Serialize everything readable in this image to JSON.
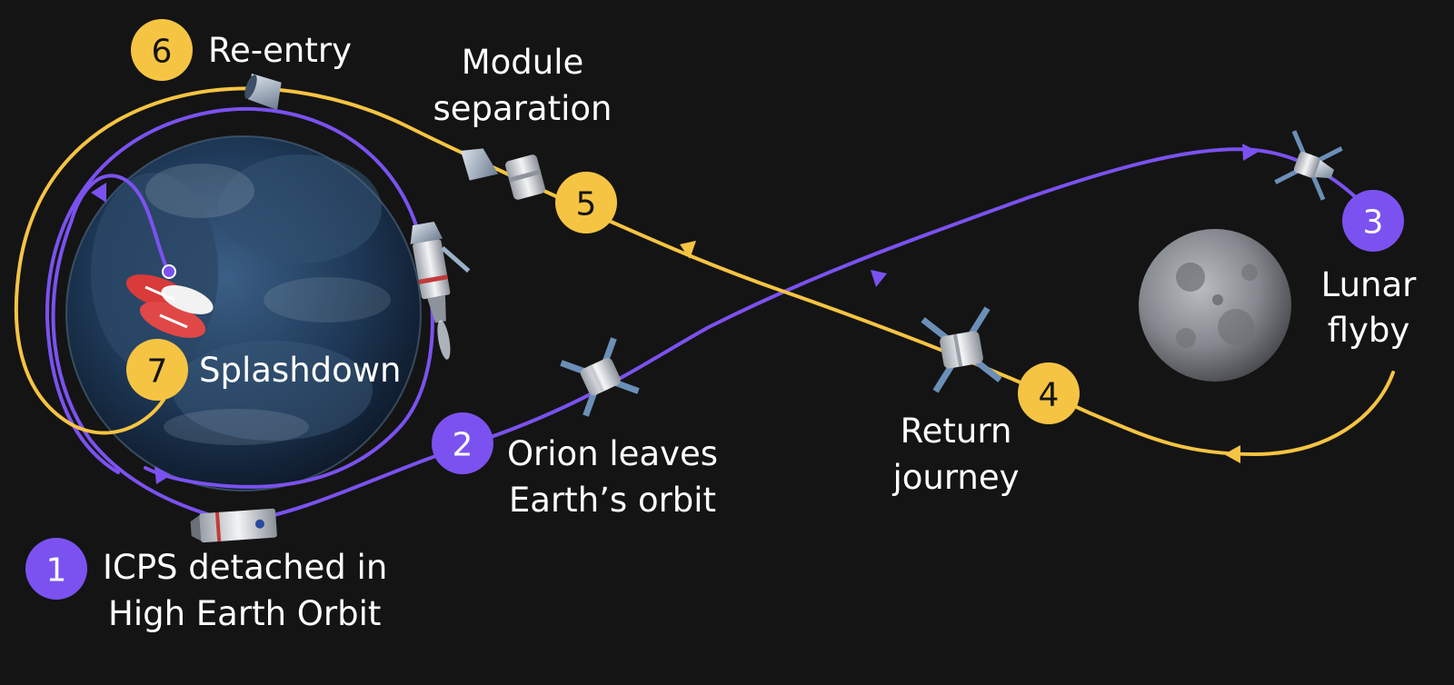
{
  "colors": {
    "background": "#141414",
    "outbound_path": "#7b52f0",
    "return_path": "#f6c443",
    "step_purple": "#7b52f0",
    "step_yellow": "#f6c443",
    "earth": "#1f3550",
    "moon": "#8d8f94",
    "text": "#ffffff"
  },
  "steps": [
    {
      "number": "1",
      "lines": [
        "ICPS detached in",
        "High Earth Orbit"
      ],
      "color": "purple"
    },
    {
      "number": "2",
      "lines": [
        "Orion leaves",
        "Earth’s orbit"
      ],
      "color": "purple"
    },
    {
      "number": "3",
      "lines": [
        "Lunar",
        "flyby"
      ],
      "color": "purple"
    },
    {
      "number": "4",
      "lines": [
        "Return",
        "journey"
      ],
      "color": "yellow"
    },
    {
      "number": "5",
      "lines": [
        "Module",
        "separation"
      ],
      "color": "yellow"
    },
    {
      "number": "6",
      "lines": [
        "Re-entry"
      ],
      "color": "yellow"
    },
    {
      "number": "7",
      "lines": [
        "Splashdown"
      ],
      "color": "yellow"
    }
  ],
  "icons": [
    "earth-icon",
    "moon-icon",
    "orion-spacecraft-icon",
    "icps-stage-icon",
    "crew-module-icon",
    "service-module-icon",
    "parachutes-icon"
  ]
}
